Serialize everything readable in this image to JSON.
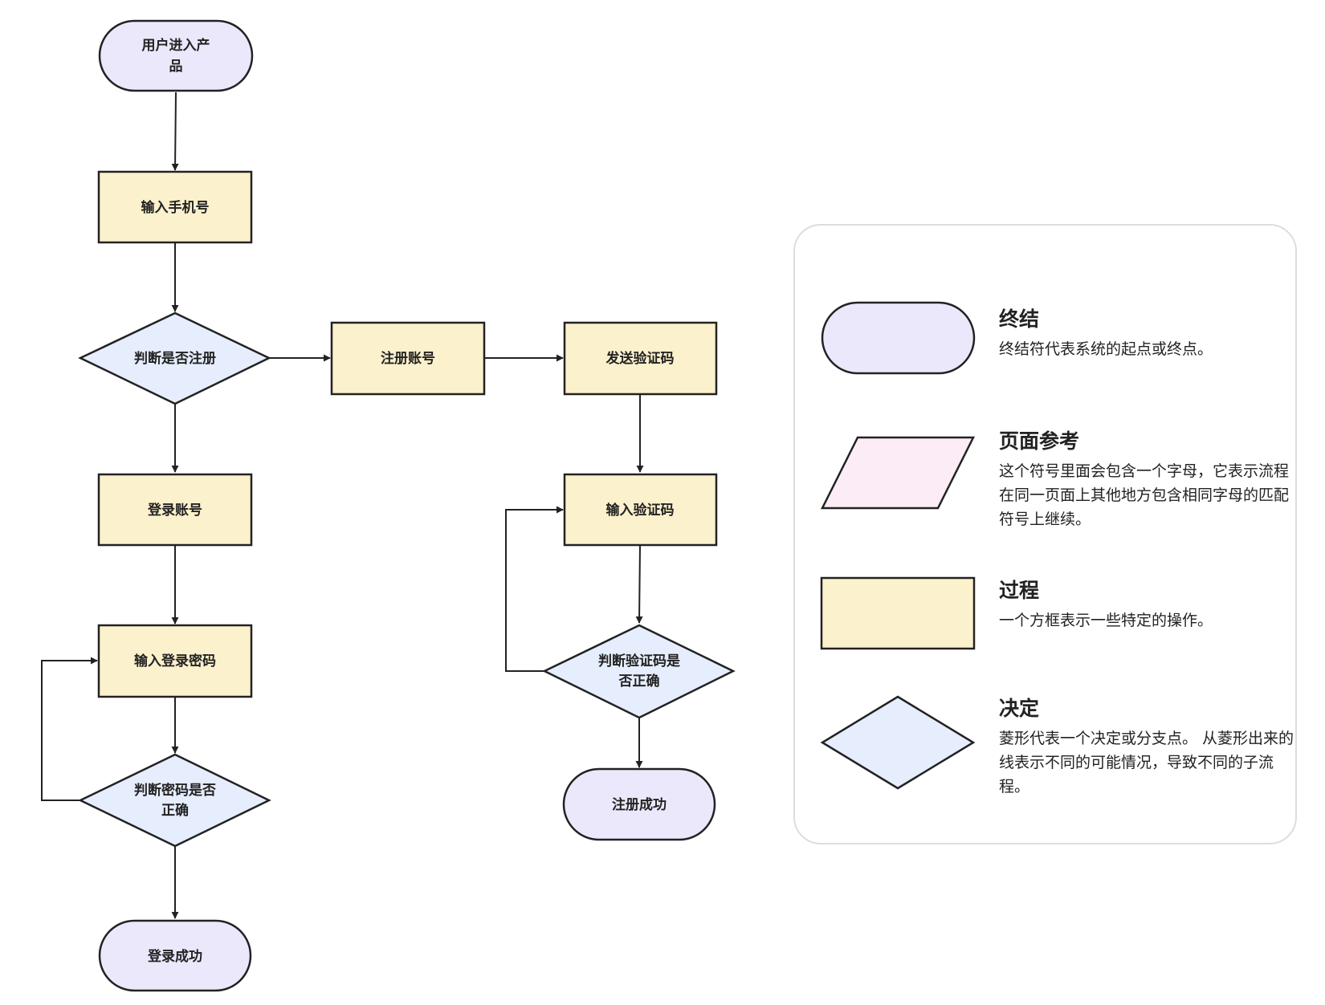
{
  "colors": {
    "terminal_fill": "#ece8fc",
    "process_fill": "#fcf1cd",
    "decision_fill": "#e6edfc",
    "page_ref_fill": "#fbecf6",
    "stroke": "#222222"
  },
  "flow": {
    "start": [
      "用户进入产",
      "品"
    ],
    "input_phone": "输入手机号",
    "check_registered": "判断是否注册",
    "register_account": "注册账号",
    "send_code": "发送验证码",
    "input_code": "输入验证码",
    "check_code": [
      "判断验证码是",
      "否正确"
    ],
    "register_success": "注册成功",
    "login_account": "登录账号",
    "input_password": "输入登录密码",
    "check_password": [
      "判断密码是否",
      "正确"
    ],
    "login_success": "登录成功"
  },
  "legend": {
    "terminal": {
      "title": "终结",
      "desc": "终结符代表系统的起点或终点。"
    },
    "page_ref": {
      "title": "页面参考",
      "desc": "这个符号里面会包含一个字母，它表示流程在同一页面上其他地方包含相同字母的匹配符号上继续。"
    },
    "process": {
      "title": "过程",
      "desc": "一个方框表示一些特定的操作。"
    },
    "decision": {
      "title": "决定",
      "desc": "菱形代表一个决定或分支点。 从菱形出来的线表示不同的可能情况，导致不同的子流程。"
    }
  }
}
